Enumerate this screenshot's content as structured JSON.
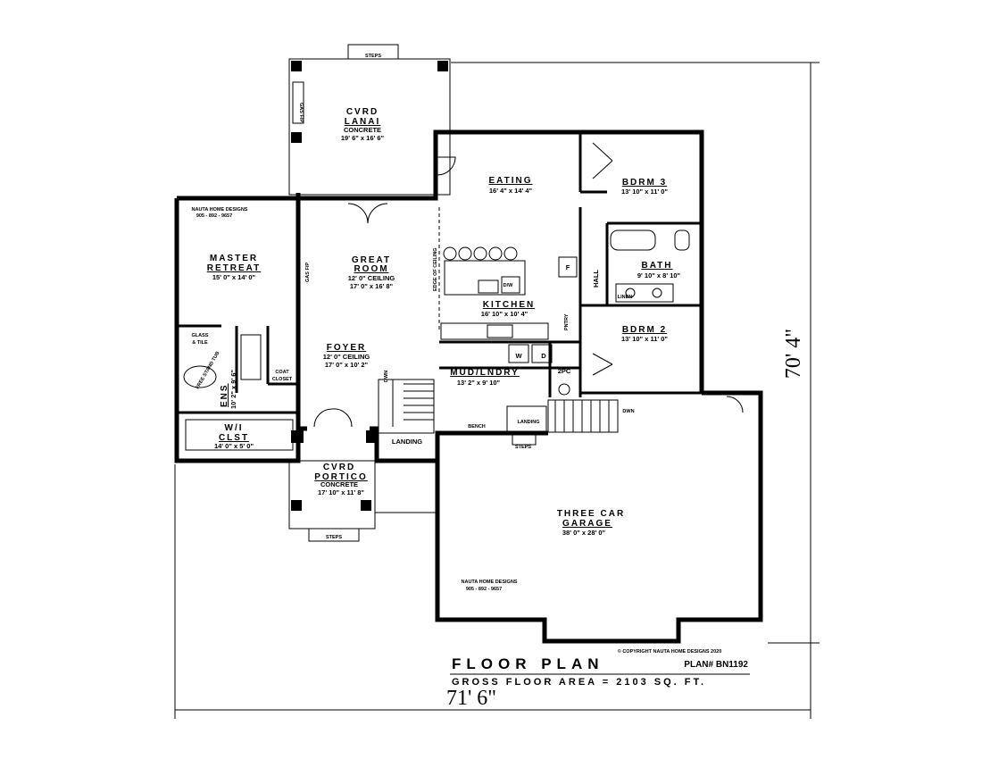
{
  "rooms": {
    "lanai": {
      "l1": "CVRD",
      "l2": "LANAI",
      "l3": "CONCRETE",
      "l4": "19' 6\" x 16' 6\""
    },
    "eating": {
      "l1": "EATING",
      "l2": "16' 4\" x 14' 4\""
    },
    "bdrm3": {
      "l1": "BDRM 3",
      "l2": "13' 10\" x 11' 0\""
    },
    "bath": {
      "l1": "BATH",
      "l2": "9' 10\" x 8' 10\""
    },
    "bdrm2": {
      "l1": "BDRM 2",
      "l2": "13' 10\" x 11' 0\""
    },
    "master": {
      "l1": "MASTER",
      "l2": "RETREAT",
      "l3": "15' 0\" x 14' 0\""
    },
    "great": {
      "l1": "GREAT",
      "l2": "ROOM",
      "l3": "12' 0\" CEILING",
      "l4": "17' 0\" x 16' 8\""
    },
    "kitchen": {
      "l1": "KITCHEN",
      "l2": "16' 10\" x 10' 4\""
    },
    "foyer": {
      "l1": "FOYER",
      "l2": "12' 0\" CEILING",
      "l3": "17' 0\" x 10' 2\""
    },
    "mud": {
      "l1": "MUD/LNDRY",
      "l2": "13' 2\" x 9' 10\""
    },
    "ens": {
      "l1": "ENS",
      "l2": "10' 2\" x 9' 6\""
    },
    "wi": {
      "l1": "W/I",
      "l2": "CLST",
      "l3": "14' 0\" x 5' 0\""
    },
    "portico": {
      "l1": "CVRD",
      "l2": "PORTICO",
      "l3": "CONCRETE",
      "l4": "17' 10\" x 11' 8\""
    },
    "garage": {
      "l1": "THREE CAR",
      "l2": "GARAGE",
      "l3": "38' 0\" x 28' 0\""
    }
  },
  "labels": {
    "steps": "STEPS",
    "gas_fp": "GAS F/P",
    "edge_ceiling": "EDGE OF CEILING",
    "hall": "HALL",
    "pntry": "PNTRY",
    "linen": "LINEN",
    "dw": "D/W",
    "f": "F",
    "coat": "COAT",
    "closet": "CLOSET",
    "glass": "GLASS",
    "tile": "& TILE",
    "freestand": "FREE STAND TUB",
    "dwn": "DWN",
    "landing": "LANDING",
    "bench": "BENCH",
    "two_pc": "2PC",
    "w": "W",
    "d": "D"
  },
  "designer": {
    "name": "NAUTA HOME DESIGNS",
    "phone": "905 - 892 - 9657"
  },
  "copyright": "© COPYRIGHT NAUTA HOME DESIGNS 2020",
  "footer": {
    "title": "FLOOR PLAN",
    "plan_no": "PLAN# BN1192",
    "area": "GROSS FLOOR AREA = 2103 SQ. FT."
  },
  "dimensions": {
    "width": "71' 6\"",
    "depth": "70' 4\""
  }
}
